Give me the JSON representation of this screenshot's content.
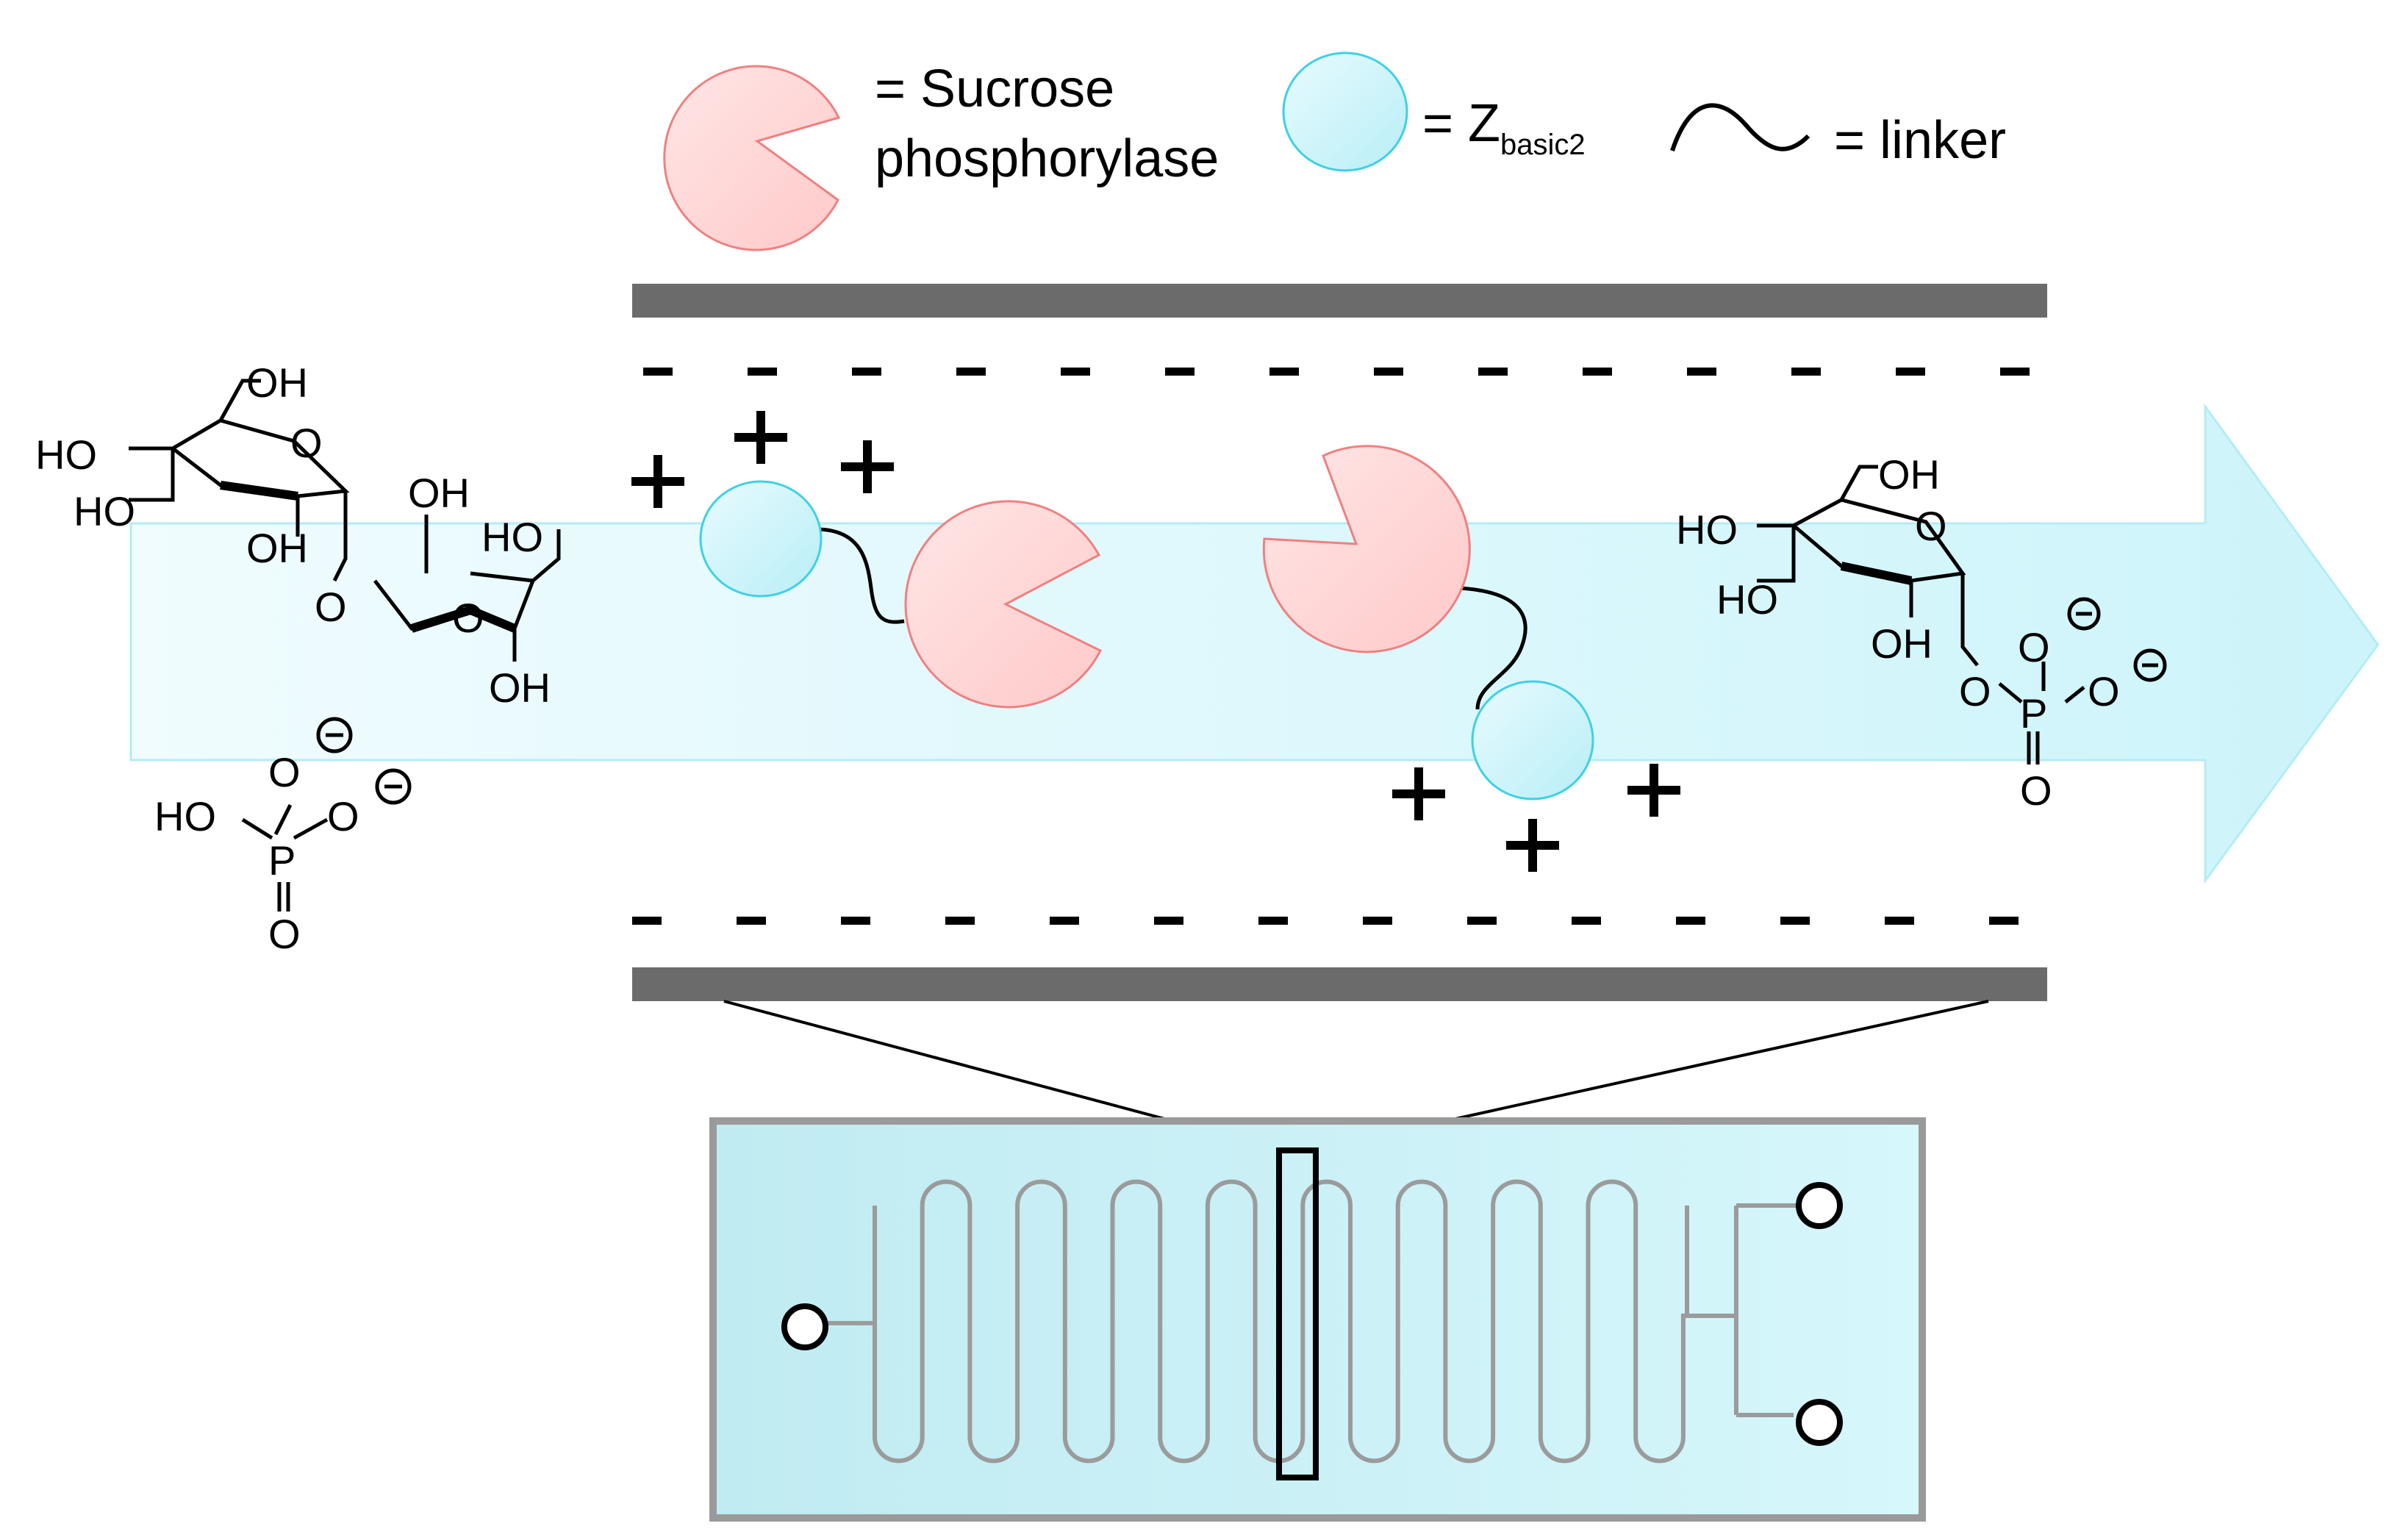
{
  "legend": {
    "enzyme_line1": "= Sucrose",
    "enzyme_line2": "phosphorylase",
    "zbasic_prefix": "= Z",
    "zbasic_subscript": "basic2",
    "linker_label": "= linker"
  },
  "charges": {
    "negative": "-",
    "positive": "+"
  },
  "chem": {
    "oh": "OH",
    "ho": "HO",
    "o": "O",
    "p": "P"
  },
  "colors": {
    "enzyme_fill": "#ffd6d6",
    "enzyme_stroke": "#f08080",
    "zbasic_fill": "#cdf4fb",
    "zbasic_stroke": "#3fd0e6",
    "flow_arrow": "#dff8fc",
    "channel_wall": "#6b6b6b",
    "chip_fill": "#c9f1f7",
    "chip_border": "#9a9a9a"
  },
  "icons": {
    "enzyme": "pacman-shape",
    "zbasic": "circle",
    "linker": "wavy-line",
    "flow": "right-arrow"
  }
}
